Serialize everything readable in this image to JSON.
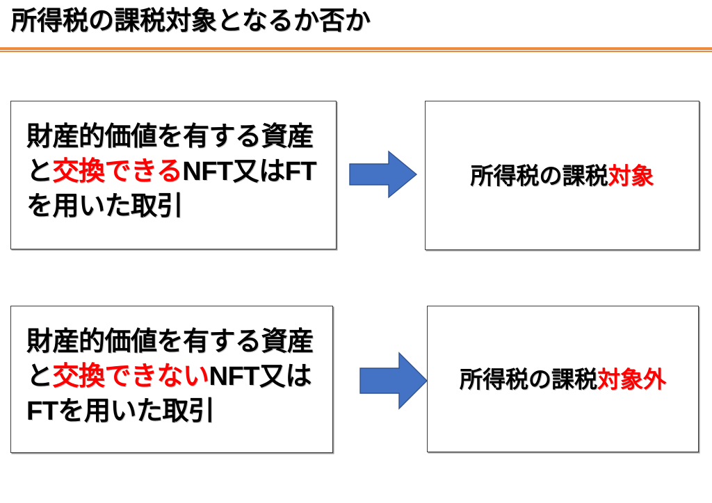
{
  "slide": {
    "title": "所得税の課税対象となるか否か",
    "accent_color": "#ED8B3C",
    "highlight_color": "#FF0000",
    "arrow_color": "#4472C4",
    "arrow_outline_color": "#2F528F",
    "background_color": "#FFFFFF"
  },
  "rows": [
    {
      "condition": {
        "full_text": "財産的価値を有する資産と交換できるNFT又はFTを用いた取引",
        "lead": "財産的価値を有する資産と",
        "highlight": "交換できる",
        "tail": "NFT又はFTを用いた取引"
      },
      "arrow": "right-arrow-icon",
      "result": {
        "full_text": "所得税の課税対象",
        "lead": "所得税の課税",
        "highlight": "対象",
        "tail": ""
      }
    },
    {
      "condition": {
        "full_text": "財産的価値を有する資産と交換できないNFT又はFTを用いた取引",
        "lead": "財産的価値を有する資産と",
        "highlight": "交換できない",
        "tail": "NFT又はFTを用いた取引"
      },
      "arrow": "right-arrow-icon",
      "result": {
        "full_text": "所得税の課税対象外",
        "lead": "所得税の課税",
        "highlight": "対象外",
        "tail": ""
      }
    }
  ]
}
